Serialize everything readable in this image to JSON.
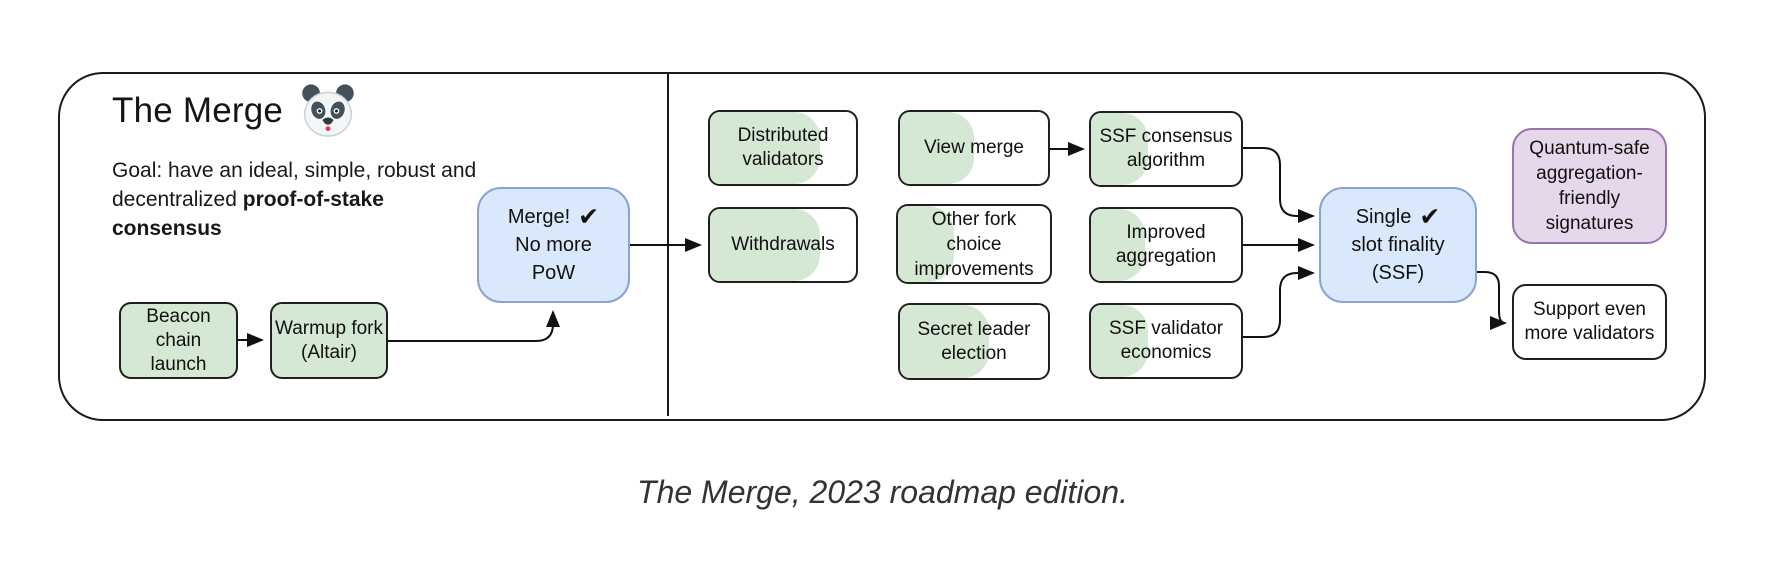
{
  "header": {
    "title": "The Merge",
    "panda_icon": "panda-face-emoji",
    "goal_normal": "Goal: have an ideal, simple, robust and decentralized ",
    "goal_bold": "proof-of-stake consensus"
  },
  "caption": "The Merge, 2023 roadmap edition.",
  "colors": {
    "progress_green": "#d5e8d4",
    "milestone_blue_fill": "#dae8fc",
    "milestone_blue_border": "#8ba3d1",
    "future_purple_fill": "#e5d8ea",
    "future_purple_border": "#9a74ac",
    "box_border_dark": "#1f1f1f"
  },
  "nodes": {
    "beacon": {
      "line1": "Beacon chain",
      "line2": "launch",
      "progress": "100%"
    },
    "warmup": {
      "line1": "Warmup fork",
      "line2": "(Altair)",
      "progress": "100%"
    },
    "merge": {
      "line1": "Merge!",
      "check": "✔",
      "line2": "No more",
      "line3": "PoW"
    },
    "distributed": {
      "line1": "Distributed",
      "line2": "validators",
      "progress": "75%"
    },
    "withdrawals": {
      "line1": "Withdrawals",
      "progress": "75%"
    },
    "view_merge": {
      "line1": "View merge",
      "progress": "50%"
    },
    "other_fork": {
      "line1": "Other fork",
      "line2": "choice",
      "line3": "improvements",
      "progress": "37%"
    },
    "secret_leader": {
      "line1": "Secret leader",
      "line2": "election",
      "progress": "60%"
    },
    "ssf_consensus": {
      "line1": "SSF consensus",
      "line2": "algorithm",
      "progress": "38%"
    },
    "improved_agg": {
      "line1": "Improved",
      "line2": "aggregation",
      "progress": "36%"
    },
    "ssf_validator": {
      "line1": "SSF validator",
      "line2": "economics",
      "progress": "38%"
    },
    "single_slot": {
      "line1": "Single",
      "check": "✔",
      "line2": "slot finality",
      "line3": "(SSF)"
    },
    "quantum": {
      "line1": "Quantum-safe",
      "line2": "aggregation-",
      "line3": "friendly",
      "line4": "signatures"
    },
    "support": {
      "line1": "Support even",
      "line2": "more validators"
    }
  }
}
